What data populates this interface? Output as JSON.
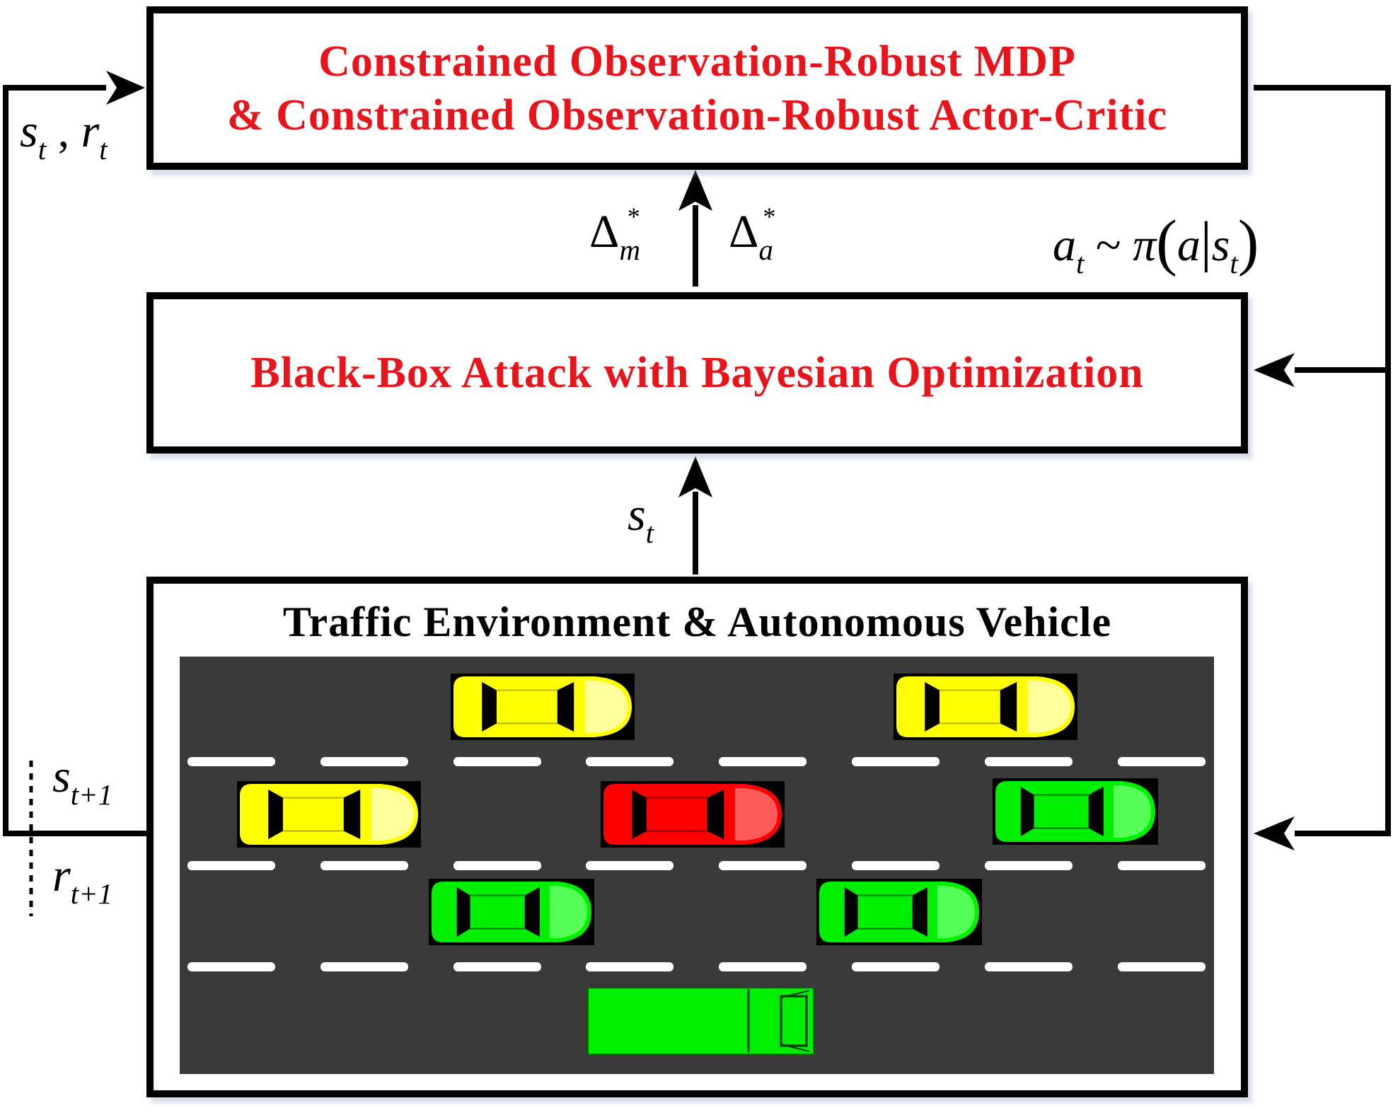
{
  "mdp_box": {
    "line1": "Constrained Observation-Robust MDP",
    "line2": "& Constrained Observation-Robust Actor-Critic"
  },
  "attack_box": {
    "label": "Black-Box Attack with Bayesian Optimization"
  },
  "env_box": {
    "title": "Traffic Environment & Autonomous Vehicle"
  },
  "labels": {
    "state_reward": {
      "s": "s",
      "t": "t",
      "comma": " ,",
      "r": "r"
    },
    "delta_m": {
      "delta": "Δ",
      "sub": "m",
      "sup": "*"
    },
    "delta_a": {
      "delta": "Δ",
      "sub": "a",
      "sup": "*"
    },
    "action": {
      "a": "a",
      "t": "t",
      "tilde": " ~ ",
      "pi": "π",
      "lp": "(",
      "arg": "a",
      "bar": "|",
      "s": "s",
      "t2": "t",
      "rp": ")"
    },
    "state_in": {
      "s": "s",
      "t": "t"
    },
    "next_state": {
      "s": "s",
      "sub": "t+1"
    },
    "next_reward": {
      "r": "r",
      "sub": "t+1"
    }
  },
  "colors": {
    "red_text": "#e8141b",
    "road": "#3a3a3a",
    "lane_mark": "#ffffff",
    "yellow_car": "#ffff00",
    "red_car": "#ff0000",
    "green_car": "#00ee00"
  },
  "vehicles": [
    {
      "type": "car",
      "color": "yellow"
    },
    {
      "type": "car",
      "color": "yellow"
    },
    {
      "type": "car",
      "color": "yellow"
    },
    {
      "type": "car",
      "color": "red",
      "role": "ego"
    },
    {
      "type": "car",
      "color": "green"
    },
    {
      "type": "car",
      "color": "green"
    },
    {
      "type": "car",
      "color": "green"
    },
    {
      "type": "truck",
      "color": "green"
    }
  ]
}
